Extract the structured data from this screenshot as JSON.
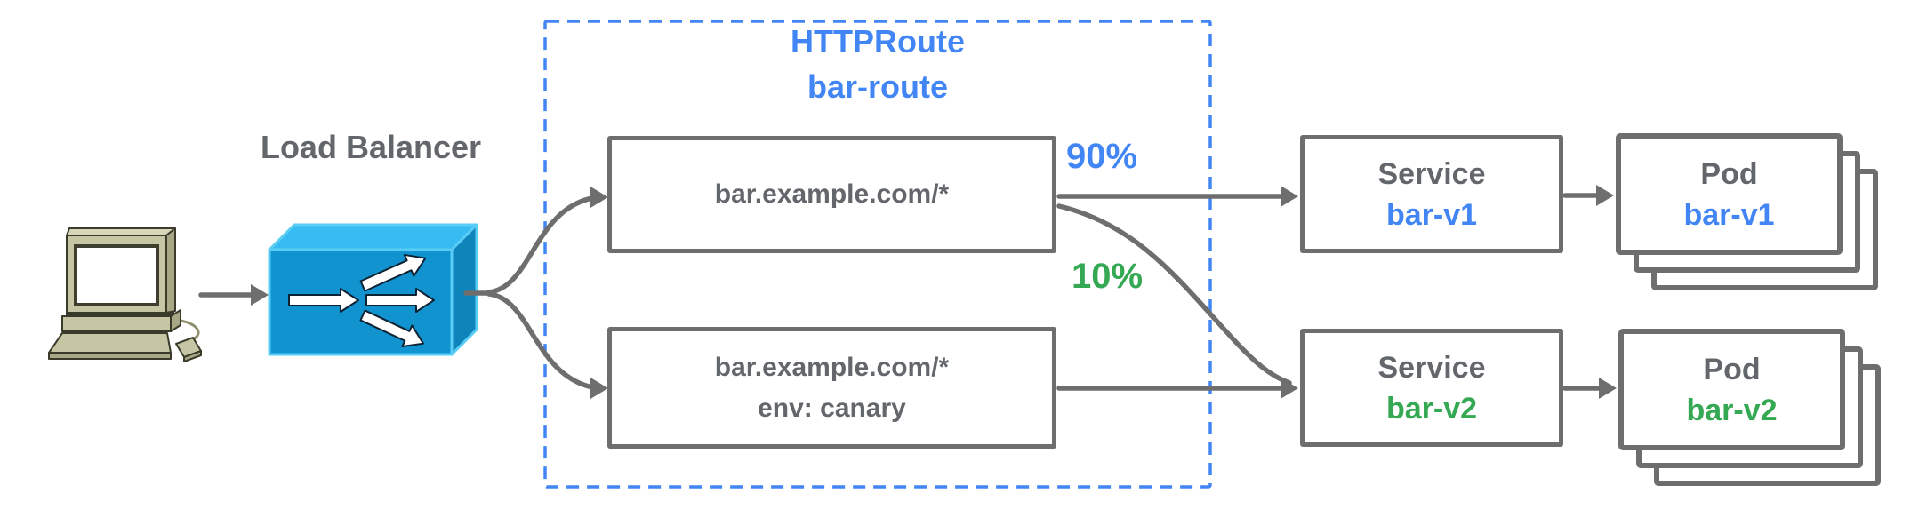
{
  "colors": {
    "blue": "#4285F4",
    "green": "#34A853",
    "text_gray": "#63676B",
    "border_gray": "#6E6E6E",
    "lb_top": "#36BCF2",
    "lb_front": "#1093CF",
    "lb_side": "#0E84BA",
    "lb_edge": "#5ACDF7",
    "pc_body": "#C6C6A4",
    "pc_light": "#D6D6B8",
    "pc_dark": "#A8A886",
    "pc_outline": "#3B3B2B"
  },
  "client": {
    "icon": "desktop-computer-icon"
  },
  "load_balancer": {
    "label": "Load Balancer",
    "icon": "load-balancer-icon"
  },
  "httproute": {
    "kind": "HTTPRoute",
    "name": "bar-route",
    "matches": [
      {
        "lines": [
          "bar.example.com/*"
        ]
      },
      {
        "lines": [
          "bar.example.com/*",
          "env: canary"
        ]
      }
    ]
  },
  "weights": [
    {
      "label": "90%",
      "color": "#4285F4"
    },
    {
      "label": "10%",
      "color": "#34A853"
    }
  ],
  "services": [
    {
      "kind": "Service",
      "name": "bar-v1",
      "color": "#4285F4"
    },
    {
      "kind": "Service",
      "name": "bar-v2",
      "color": "#34A853"
    }
  ],
  "pods": [
    {
      "kind": "Pod",
      "name": "bar-v1",
      "color": "#4285F4"
    },
    {
      "kind": "Pod",
      "name": "bar-v2",
      "color": "#34A853"
    }
  ]
}
